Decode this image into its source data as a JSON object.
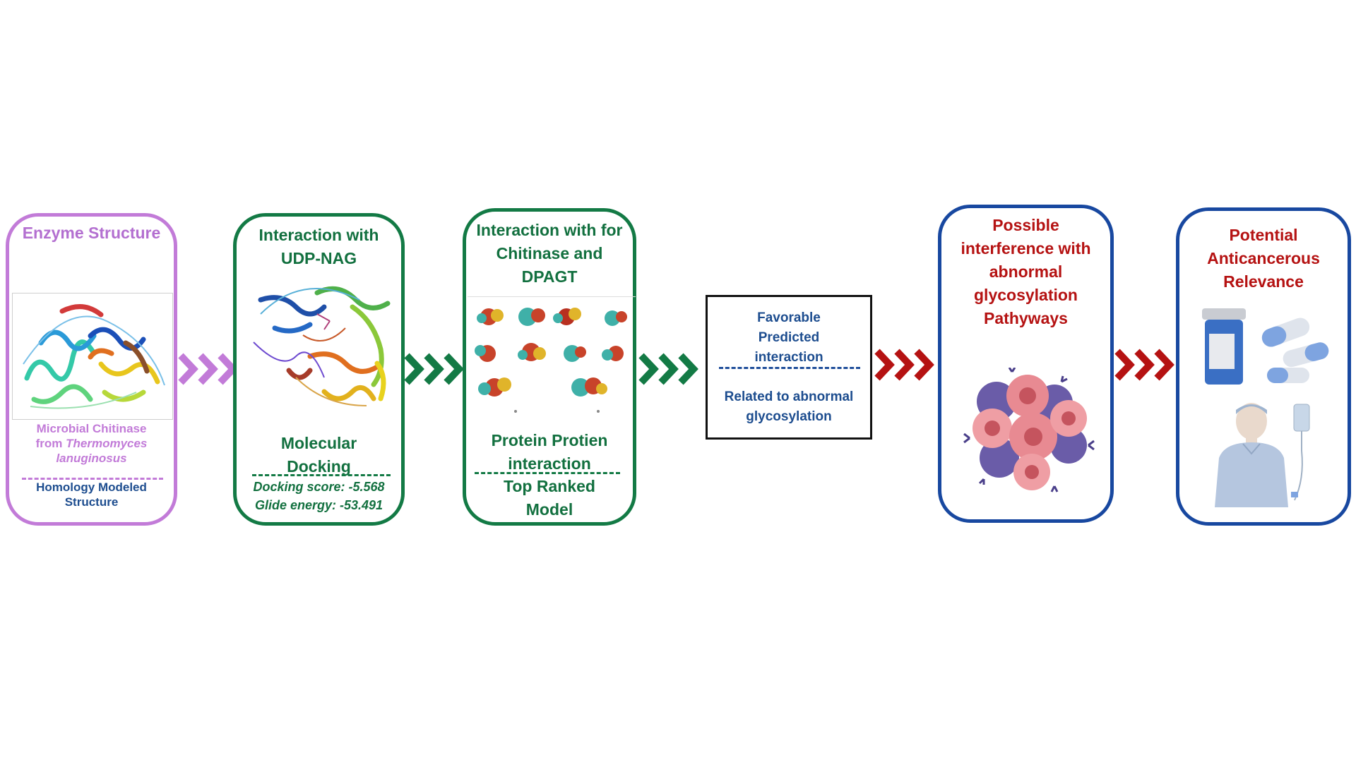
{
  "colors": {
    "purple": "#c27bd8",
    "purple_text": "#b36fd0",
    "green": "#137a45",
    "green_text": "#12703f",
    "navy": "#1f4e9a",
    "navy_text": "#1d4d8f",
    "red": "#b51212",
    "black": "#111111",
    "blue_border": "#1848a0"
  },
  "step1": {
    "title": "Enzyme Structure",
    "caption_line1": "Microbial Chitinase",
    "caption_from": "from ",
    "caption_species": "Thermomyces lanuginosus",
    "subtitle": "Homology Modeled Structure"
  },
  "step2": {
    "title": "Interaction with UDP-NAG",
    "method": "Molecular Docking",
    "docking_score": "Docking score: -5.568",
    "glide_energy": "Glide energy: -53.491"
  },
  "step3": {
    "title": "Interaction with for Chitinase and DPAGT",
    "method": "Protein Protien interaction",
    "result": "Top Ranked Model"
  },
  "step4": {
    "line1": "Favorable Predicted interaction",
    "line2": "Related to abnormal glycosylation"
  },
  "step5": {
    "title": "Possible interference with abnormal glycosylation Pathyways"
  },
  "step6": {
    "title": "Potential Anticancerous Relevance"
  },
  "icons": {
    "protein": "protein-ribbon-structure",
    "docking": "docked-protein-structure",
    "ppi": "protein-protein-models-grid",
    "cells": "cancer-cell-cluster",
    "medicine": "pill-bottle-and-capsules",
    "patient": "patient-with-iv-drip"
  }
}
